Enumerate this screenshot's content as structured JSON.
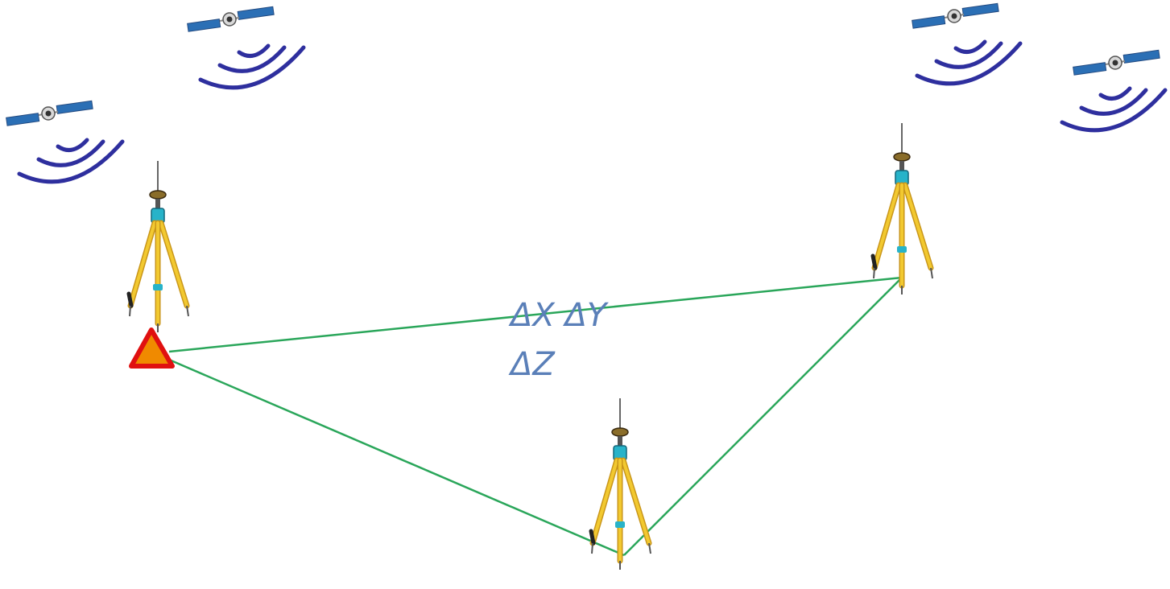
{
  "diagram": {
    "baseline_label_line1": "ΔX ΔY",
    "baseline_label_line2": "ΔZ",
    "colors": {
      "background": "#ffffff",
      "baseline": "#2aa65a",
      "signal_arcs": "#2e2f9e",
      "label": "#5a7fb8",
      "tripod_legs": "#e8b820",
      "receiver_body": "#27b3c9",
      "reference_marker_fill": "#f08a00",
      "reference_marker_stroke": "#e01010"
    },
    "icons": {
      "satellite": "satellite-icon",
      "signal": "signal-waves-icon",
      "tripod": "gnss-tripod-icon",
      "reference": "reference-point-triangle-icon"
    },
    "satellite_count": 4,
    "receiver_count": 3
  }
}
